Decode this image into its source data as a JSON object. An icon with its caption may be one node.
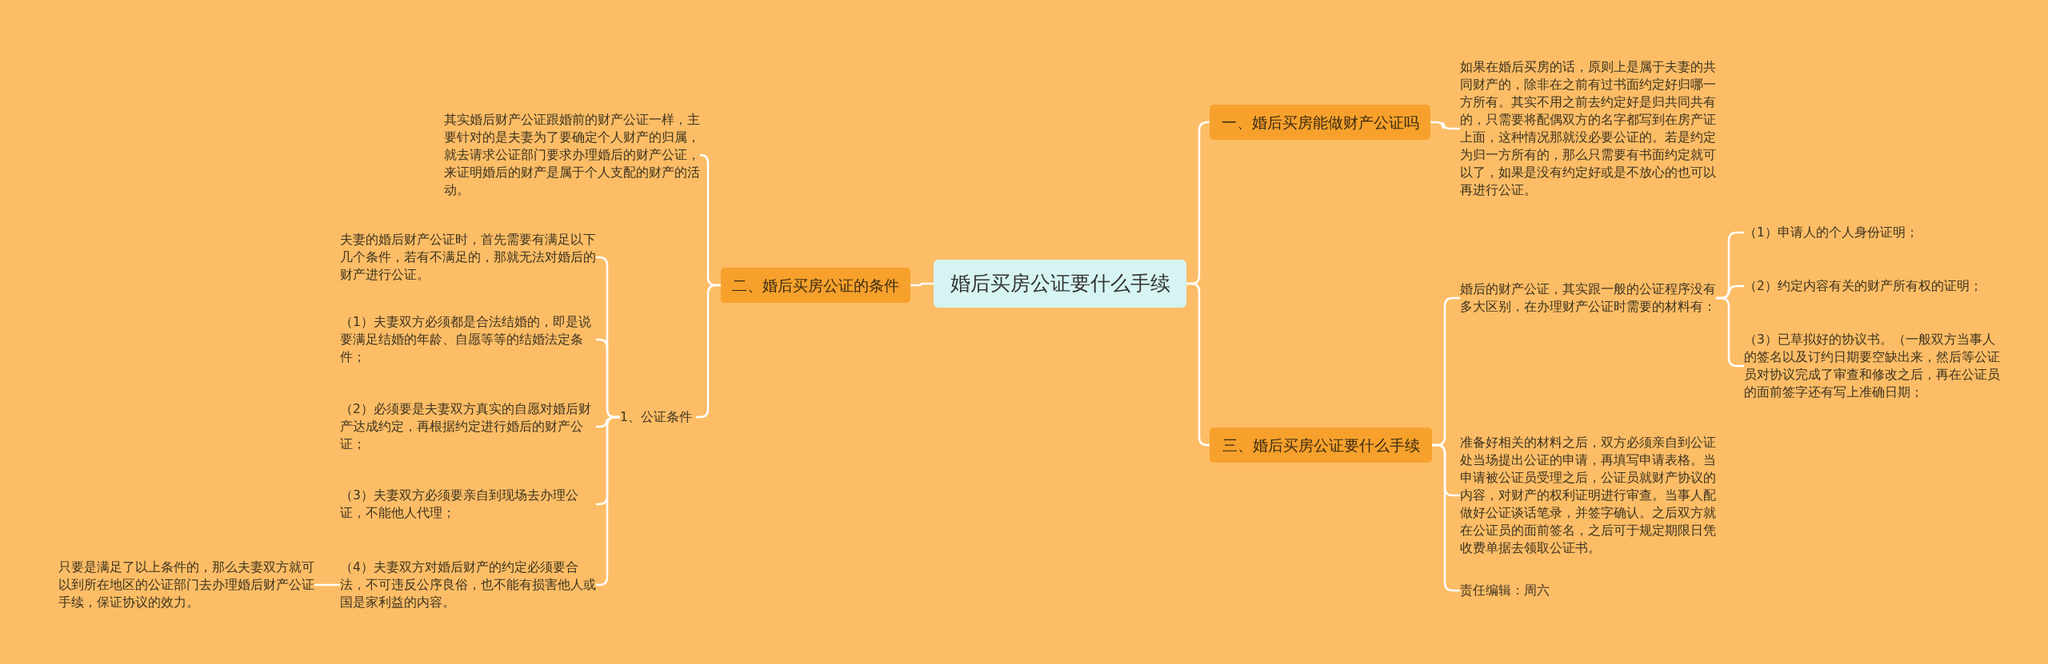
{
  "diagram": {
    "nodes": [
      {
        "text": [
          "婚后买房公证要什么手续"
        ]
      },
      {
        "text": [
          "一、婚后买房能做财产公证吗"
        ]
      },
      {
        "text": [
          "如果在婚后买房的话，原则上是属于夫妻的共同财产的，除非在之前有过书面约定好归哪一方所有。其实不用之前去约定好是归共同共有的，只需要将配偶双方的名字都写到在房产证上面，这种情况那就没必要公证的。若是约定为归一方所有的，那么只需要有书面约定就可以了，如果是没有约定好或是不放心的也可以再进行公证。"
        ]
      },
      {
        "text": [
          "三、婚后买房公证要什么手续"
        ]
      },
      {
        "text": [
          "婚后的财产公证，其实跟一般的公证程序没有多大区别，在办理财产公证时需要的材料有："
        ]
      },
      {
        "text": [
          "（1）申请人的个人身份证明；"
        ]
      },
      {
        "text": [
          "（2）约定内容有关的财产所有权的证明；"
        ]
      },
      {
        "text": [
          "（3）已草拟好的协议书。（一般双方当事人的签名以及订约日期要空缺出来，然后等公证员对协议完成了审查和修改之后，再在公证员的面前签字还有写上准确日期；"
        ]
      },
      {
        "text": [
          "准备好相关的材料之后，双方必须亲自到公证处当场提出公证的申请，再填写申请表格。当申请被公证员受理之后，公证员就财产协议的内容，对财产的权利证明进行审查。当事人配做好公证谈话笔录，并签字确认。之后双方就在公证员的面前签名，之后可于规定期限日凭收费单据去领取公证书。"
        ]
      },
      {
        "text": [
          "责任编辑：周六"
        ]
      },
      {
        "text": [
          "二、婚后买房公证的条件"
        ]
      },
      {
        "text": [
          "其实婚后财产公证跟婚前的财产公证一样，主要针对的是夫妻为了要确定个人财产的归属，就去请求公证部门要求办理婚后的财产公证，来证明婚后的财产是属于个人支配的财产的活动。"
        ]
      },
      {
        "text": [
          "1、公证条件"
        ]
      },
      {
        "text": [
          "夫妻的婚后财产公证时，首先需要有满足以下几个条件，若有不满足的，那就无法对婚后的财产进行公证。"
        ]
      },
      {
        "text": [
          "（1）夫妻双方必须都是合法结婚的，即是说要满足结婚的年龄、自愿等等的结婚法定条件；"
        ]
      },
      {
        "text": [
          "（2）必须要是夫妻双方真实的自愿对婚后财产达成约定，再根据约定进行婚后的财产公证；"
        ]
      },
      {
        "text": [
          "（3）夫妻双方必须要亲自到现场去办理公证，不能他人代理；"
        ]
      },
      {
        "text": [
          "（4）夫妻双方对婚后财产的约定必须要合法，不可违反公序良俗，也不能有损害他人或国是家利益的内容。"
        ]
      },
      {
        "text": [
          "只要是满足了以上条件的，那么夫妻双方就可以到所在地区的公证部门去办理婚后财产公证手续，保证协议的效力。"
        ]
      }
    ],
    "edges": [
      {
        "from": 0,
        "to": 1,
        "arrow": "none"
      },
      {
        "from": 0,
        "to": 3,
        "arrow": "none"
      },
      {
        "from": 0,
        "to": 10,
        "arrow": "none"
      },
      {
        "from": 1,
        "to": 2,
        "arrow": "none"
      },
      {
        "from": 3,
        "to": 4,
        "arrow": "none"
      },
      {
        "from": 3,
        "to": 8,
        "arrow": "none"
      },
      {
        "from": 3,
        "to": 9,
        "arrow": "none"
      },
      {
        "from": 4,
        "to": 5,
        "arrow": "none"
      },
      {
        "from": 4,
        "to": 6,
        "arrow": "none"
      },
      {
        "from": 4,
        "to": 7,
        "arrow": "none"
      },
      {
        "from": 10,
        "to": 11,
        "arrow": "none"
      },
      {
        "from": 10,
        "to": 12,
        "arrow": "none"
      },
      {
        "from": 12,
        "to": 13,
        "arrow": "none"
      },
      {
        "from": 12,
        "to": 14,
        "arrow": "none"
      },
      {
        "from": 12,
        "to": 15,
        "arrow": "none"
      },
      {
        "from": 12,
        "to": 16,
        "arrow": "none"
      },
      {
        "from": 12,
        "to": 17,
        "arrow": "none"
      },
      {
        "from": 17,
        "to": 18,
        "arrow": "none"
      }
    ]
  }
}
